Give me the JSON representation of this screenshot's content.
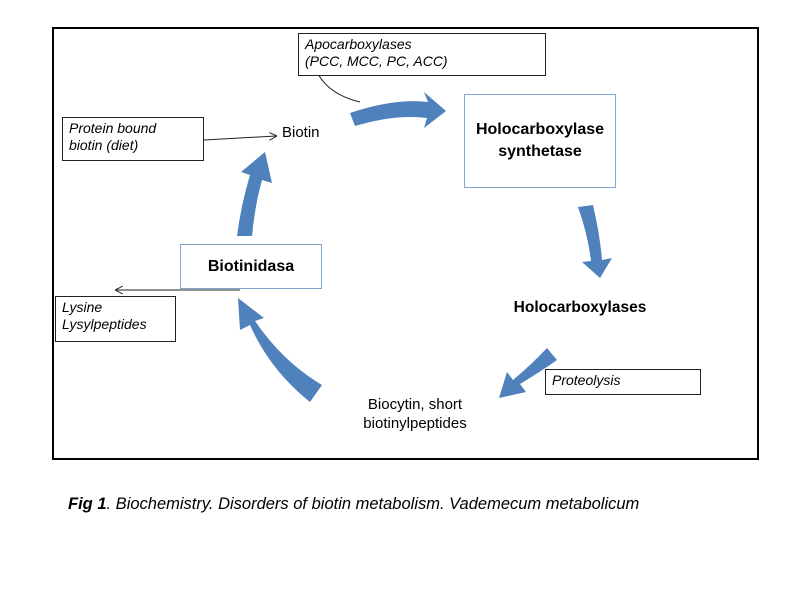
{
  "diagram": {
    "nodes": {
      "biotin": "Biotin",
      "holocarboxylase_synthetase": "Holocarboxylase synthetase",
      "holocarboxylases": "Holocarboxylases",
      "biocytin_line1": "Biocytin, short",
      "biocytin_line2": "biotinylpeptides",
      "biotinidasa": "Biotinidasa"
    },
    "notes": {
      "apocarboxylases_line1": "Apocarboxylases",
      "apocarboxylases_line2": "(PCC, MCC, PC, ACC)",
      "protein_bound_line1": "Protein bound",
      "protein_bound_line2": "biotin (diet)",
      "lysine_line1": "Lysine",
      "lysine_line2": "Lysylpeptides",
      "proteolysis": "Proteolysis"
    },
    "colors": {
      "arrow": "#4f81bd",
      "box_border": "#7fa6d3"
    }
  },
  "caption": {
    "label": "Fig 1",
    "text": ". Biochemistry. Disorders of biotin metabolism. Vademecum metabolicum"
  }
}
